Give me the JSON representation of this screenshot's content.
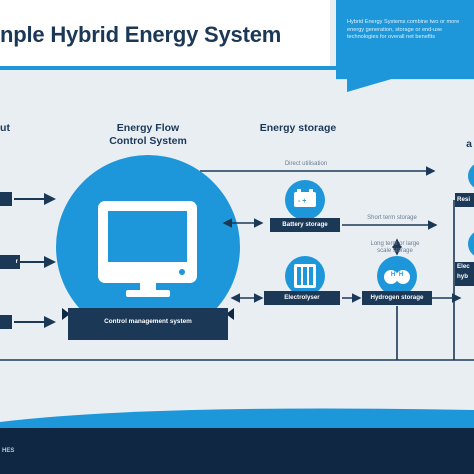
{
  "header": {
    "title": "nple Hybrid Energy System",
    "callout_text": "Hybrid Energy Systems combine two or more energy generation, storage or end-use technologies for overall net benefits"
  },
  "columns": {
    "input": "ut",
    "control": "Energy Flow\nControl System",
    "storage": "Energy storage",
    "application": "a"
  },
  "control_box": {
    "label": "Control management system"
  },
  "flows": {
    "direct": "Direct utilisation",
    "short": "Short term storage",
    "long": "Long term or large\nscale storage"
  },
  "storage": {
    "battery": "Battery storage",
    "electrolyser": "Electrolyser",
    "hydrogen": "Hydrogen storage",
    "h2_glyph": "H H"
  },
  "inputs": {
    "middle_label": "r"
  },
  "applications": {
    "top": "Resi",
    "bottom_1": "Elec",
    "bottom_2": "hyb"
  },
  "footer": {
    "text": "HES"
  },
  "colors": {
    "navy": "#1b3857",
    "accent": "#1d97d9",
    "background": "#e9eef3",
    "footer": "#0f2742"
  },
  "icons": [
    "monitor-icon",
    "battery-icon",
    "electrolyser-icon",
    "hydrogen-icon"
  ]
}
